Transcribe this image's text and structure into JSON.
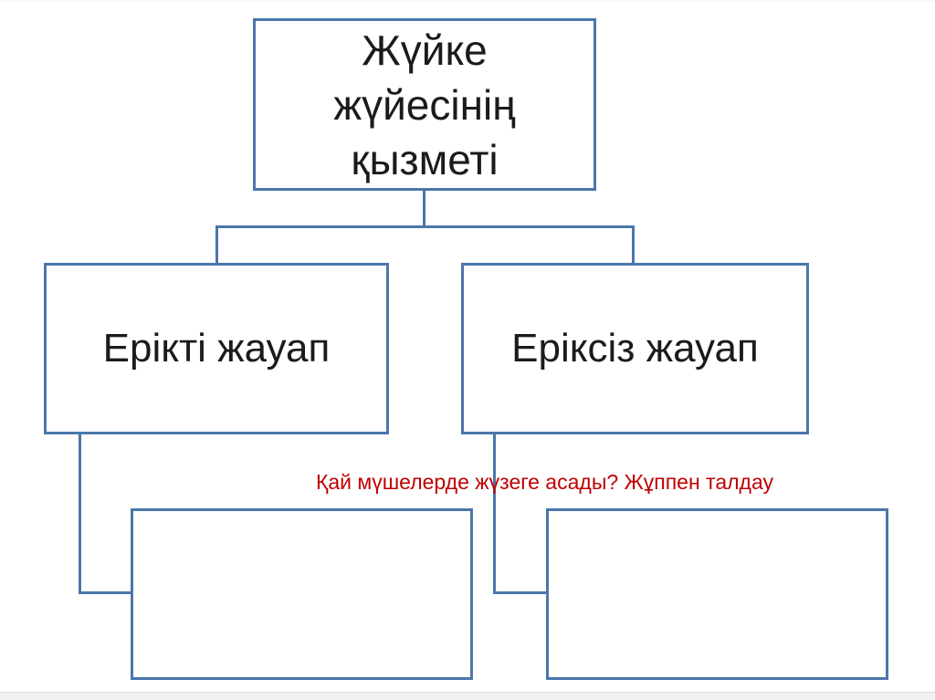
{
  "slide": {
    "background": "#ffffff",
    "accent_color": "#4a77ab",
    "text_color": "#1b1b1b",
    "note_color": "#c00000",
    "bottom_edge_color": "#f1f1f1"
  },
  "diagram": {
    "root_label": "Жүйке\nжүйесінің\nқызметі",
    "children": [
      {
        "label": "Ерікті жауап"
      },
      {
        "label": "Еріксіз жауап"
      }
    ],
    "empty_children": [
      {
        "label": ""
      },
      {
        "label": ""
      }
    ],
    "note": "Қай мүшелерде жүзеге асады? Жұппен талдау"
  }
}
